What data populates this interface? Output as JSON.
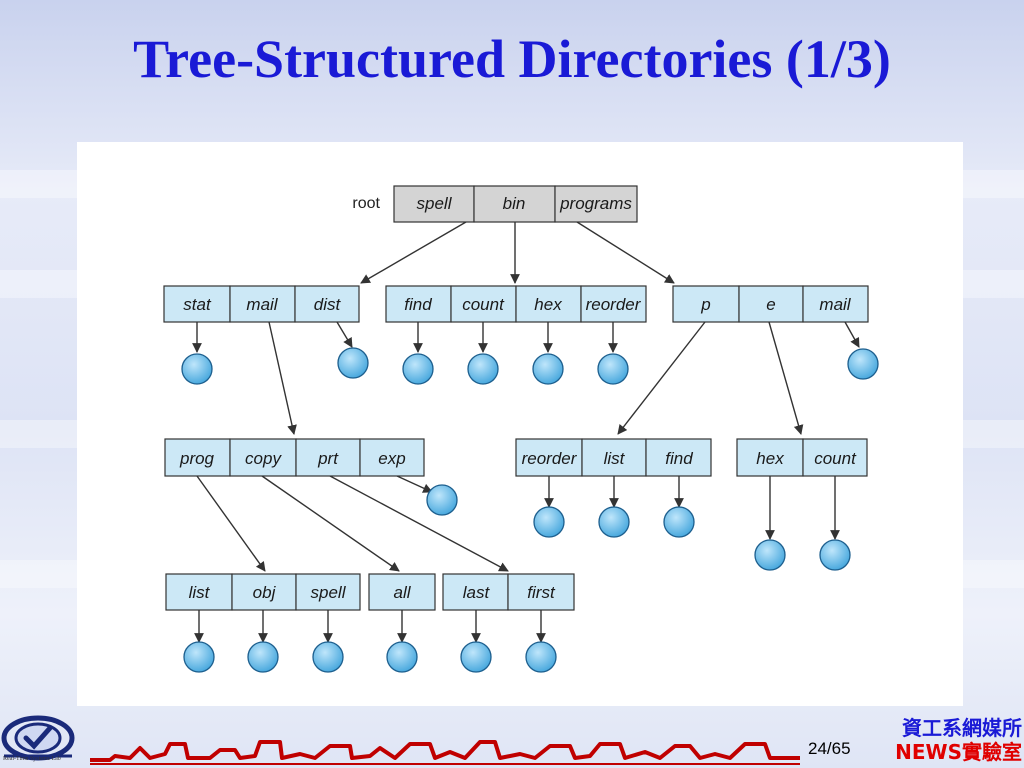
{
  "slide": {
    "title": "Tree-Structured Directories (1/3)",
    "page_current": "24",
    "page_total": "/65",
    "dept": "資工系網媒所",
    "lab": "NEWS實驗室",
    "logo_text": "Real-Time Systems Lab"
  },
  "diagram": {
    "root_label": "root",
    "root_dir": [
      "spell",
      "bin",
      "programs"
    ],
    "level1": [
      [
        "stat",
        "mail",
        "dist"
      ],
      [
        "find",
        "count",
        "hex",
        "reorder"
      ],
      [
        "p",
        "e",
        "mail"
      ]
    ],
    "level2": [
      [
        "prog",
        "copy",
        "prt",
        "exp"
      ],
      [
        "reorder",
        "list",
        "find"
      ],
      [
        "hex",
        "count"
      ]
    ],
    "level3": [
      [
        "list",
        "obj",
        "spell"
      ],
      [
        "all"
      ],
      [
        "last",
        "first"
      ]
    ]
  },
  "colors": {
    "title": "#1a1ad6",
    "directory_fill": "#cce8f6",
    "root_fill": "#d4d4d4",
    "file_circle": "#7fc6ec",
    "lab_text": "#e00000"
  }
}
